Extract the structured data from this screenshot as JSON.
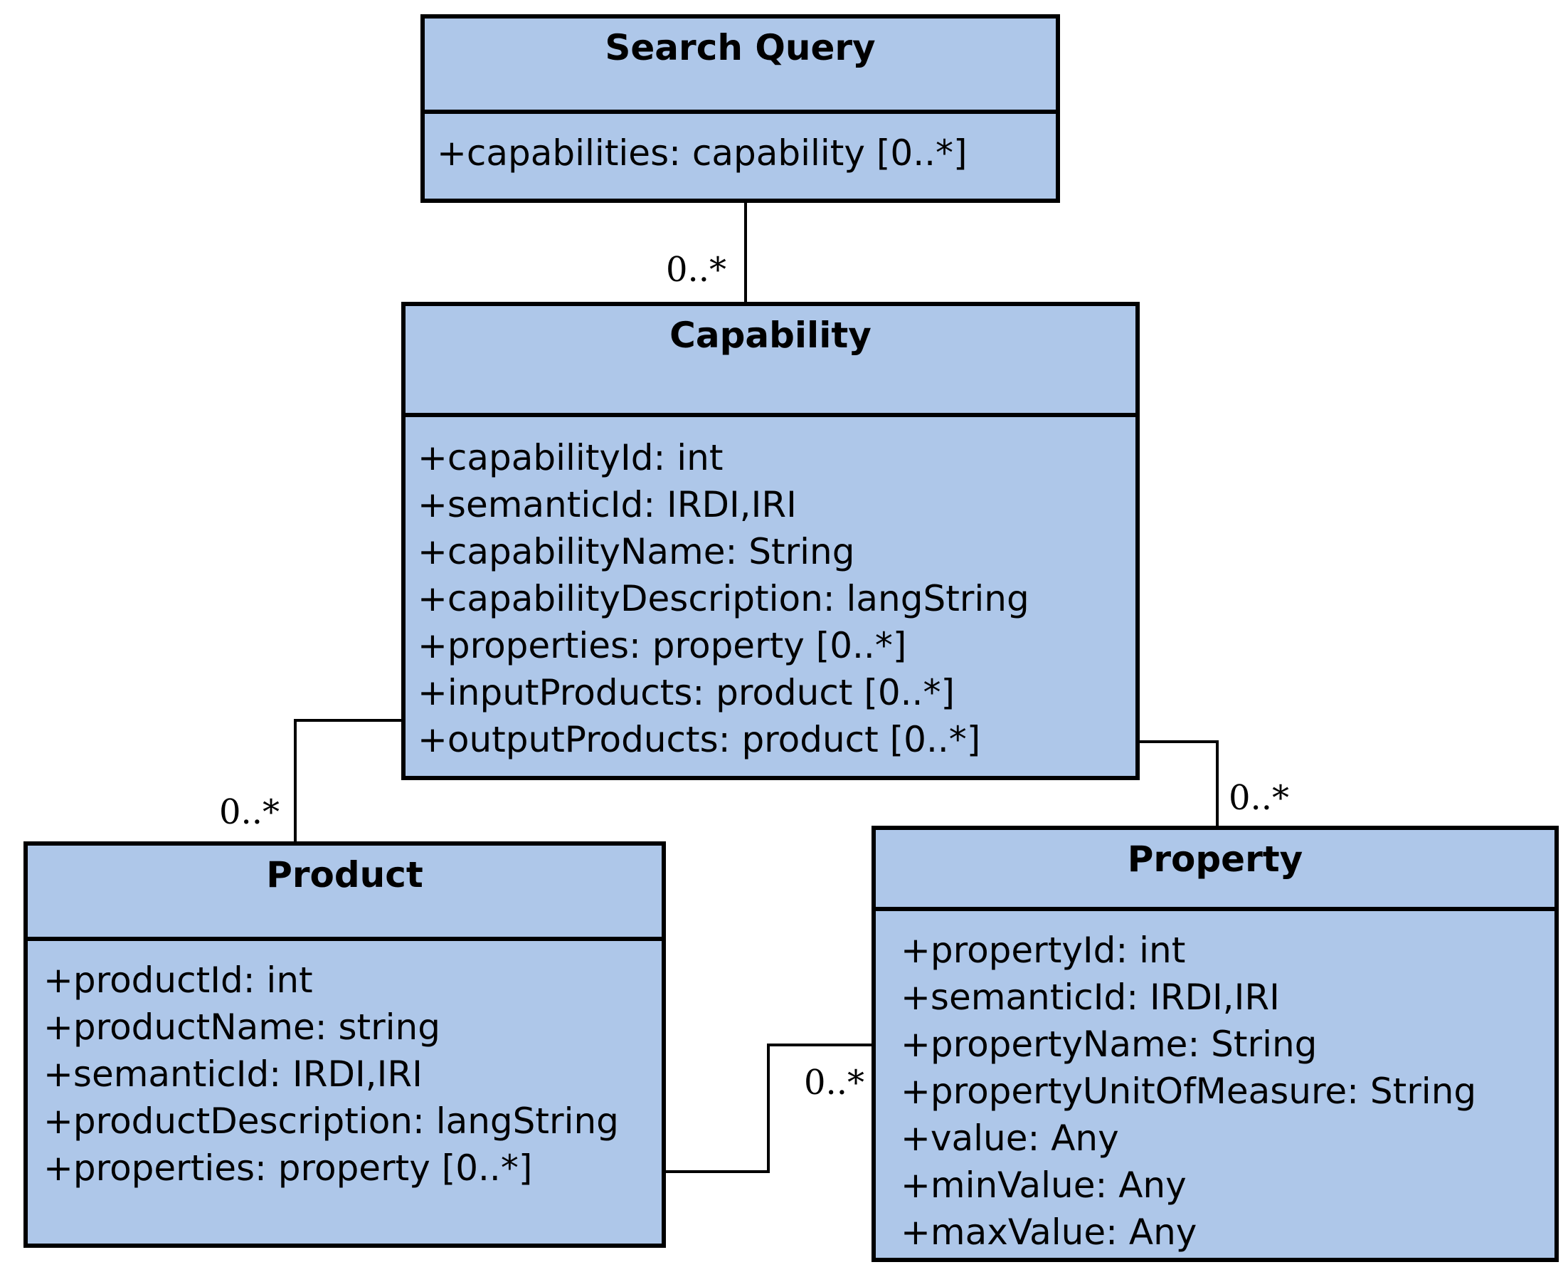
{
  "classes": {
    "search_query": {
      "name": "Search Query",
      "attributes": [
        "+capabilities: capability [0..*]"
      ]
    },
    "capability": {
      "name": "Capability",
      "attributes": [
        "+capabilityId: int",
        "+semanticId: IRDI,IRI",
        "+capabilityName: String",
        "+capabilityDescription: langString",
        "+properties: property [0..*]",
        "+inputProducts: product [0..*]",
        "+outputProducts: product [0..*]"
      ]
    },
    "product": {
      "name": "Product",
      "attributes": [
        "+productId: int",
        "+productName: string",
        "+semanticId: IRDI,IRI",
        "+productDescription: langString",
        "+properties: property [0..*]"
      ]
    },
    "property": {
      "name": "Property",
      "attributes": [
        "+propertyId: int",
        "+semanticId: IRDI,IRI",
        "+propertyName: String",
        "+propertyUnitOfMeasure: String",
        "+value: Any",
        "+minValue: Any",
        "+maxValue: Any"
      ]
    }
  },
  "associations": [
    {
      "from": "Search Query",
      "to": "Capability",
      "multiplicity": "0..*"
    },
    {
      "from": "Capability",
      "to": "Product",
      "multiplicity": "0..*"
    },
    {
      "from": "Capability",
      "to": "Property",
      "multiplicity": "0..*"
    },
    {
      "from": "Product",
      "to": "Property",
      "multiplicity": "0..*"
    }
  ],
  "colors": {
    "class_fill": "#aec7e9",
    "line": "#000000"
  }
}
